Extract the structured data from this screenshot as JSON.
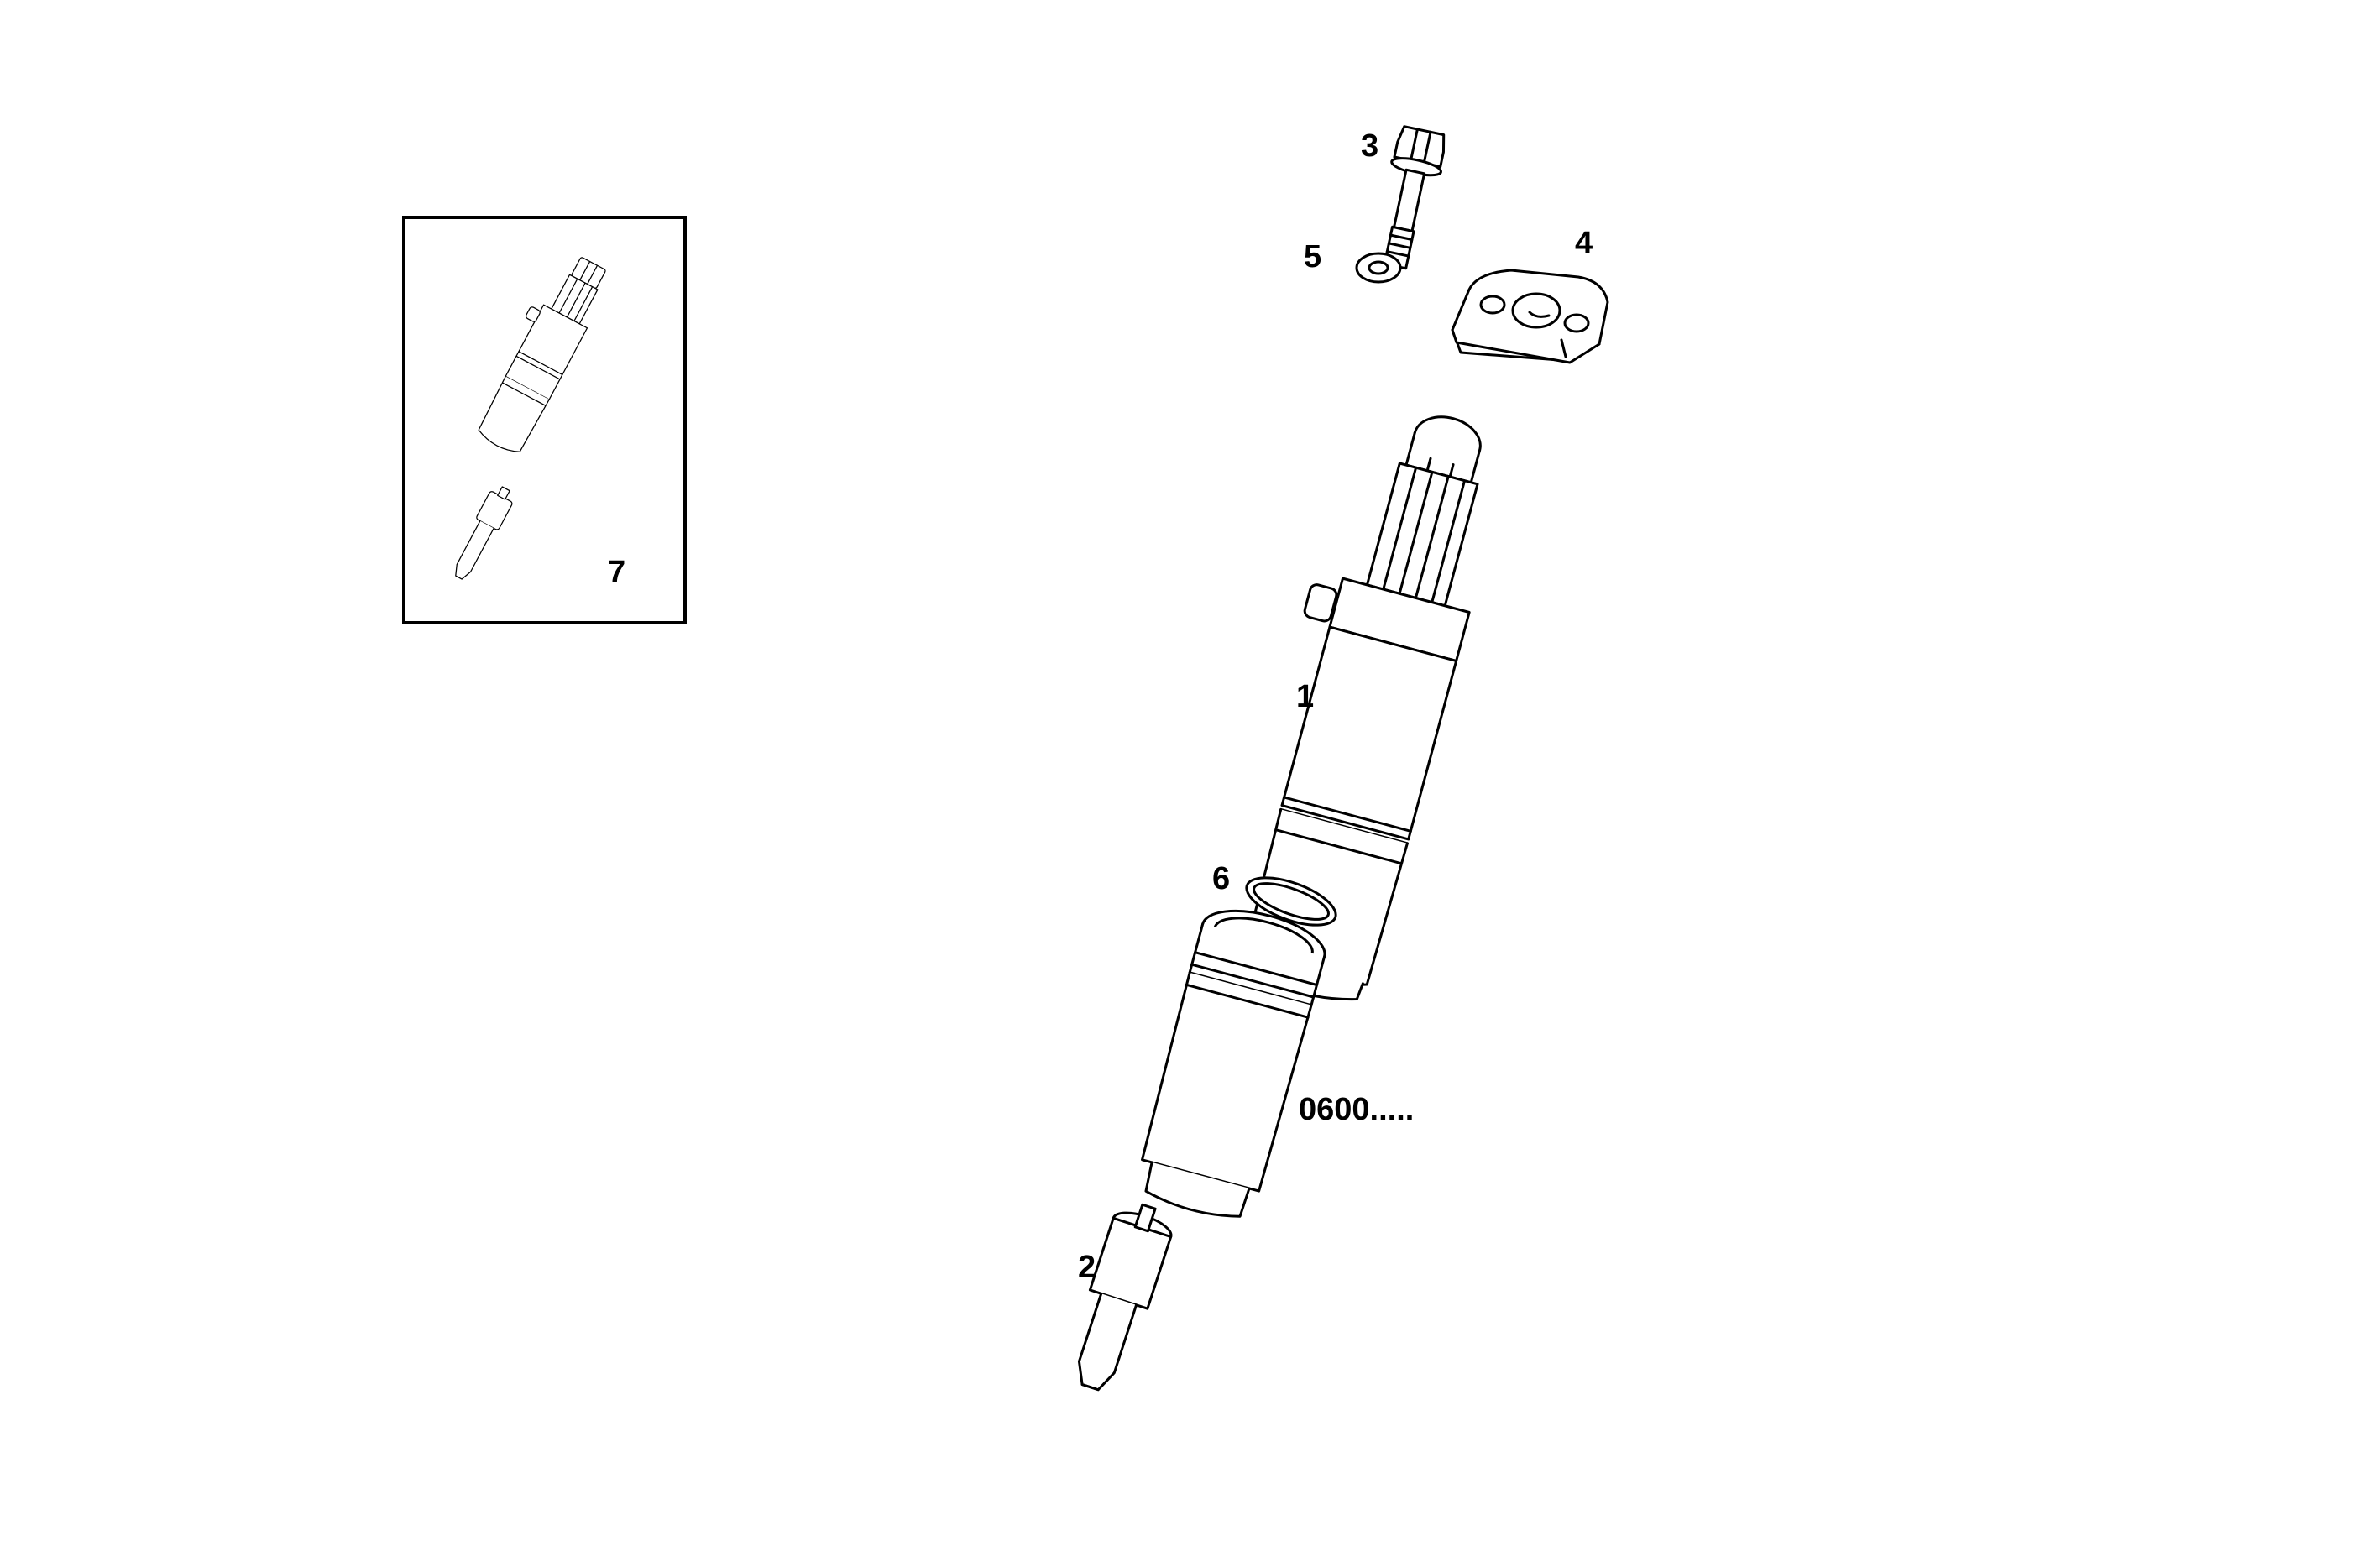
{
  "diagram": {
    "callouts": {
      "c1": "1",
      "c2": "2",
      "c3": "3",
      "c4": "4",
      "c5": "5",
      "c6": "6",
      "c7": "7"
    },
    "code_label": "0600....."
  }
}
